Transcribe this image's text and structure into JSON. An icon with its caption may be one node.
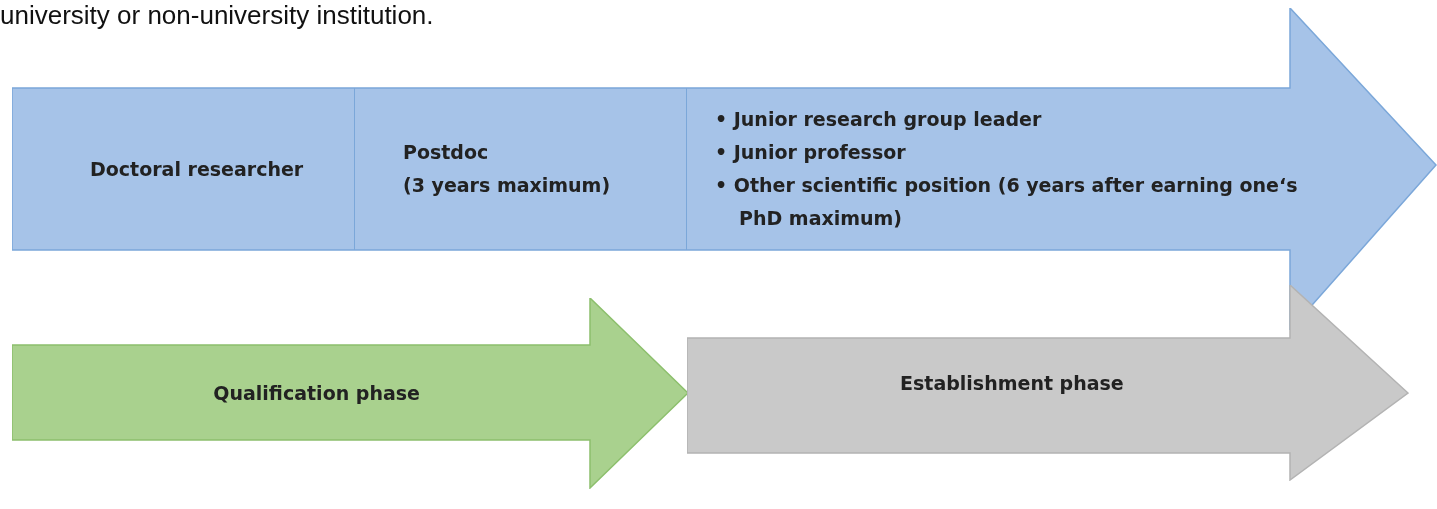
{
  "diagram": {
    "nodes": [
      {
        "text": [],
        "shape": "arrow"
      },
      {
        "text": [
          "Doctoral researcher"
        ],
        "in": 0
      },
      {
        "text": [
          "Postdoc",
          "(3 years maximum)"
        ],
        "in": 0
      },
      {
        "text": [
          "• Junior research group leader",
          "• Junior professor",
          "• Other scientific position (6 years after earning one‘s PhD maximum)"
        ],
        "in": 0
      },
      {
        "text": [
          "Qualification phase"
        ]
      },
      {
        "text": [
          "Establishment phase"
        ]
      }
    ],
    "labels": [
      "university or non-university institution."
    ]
  }
}
